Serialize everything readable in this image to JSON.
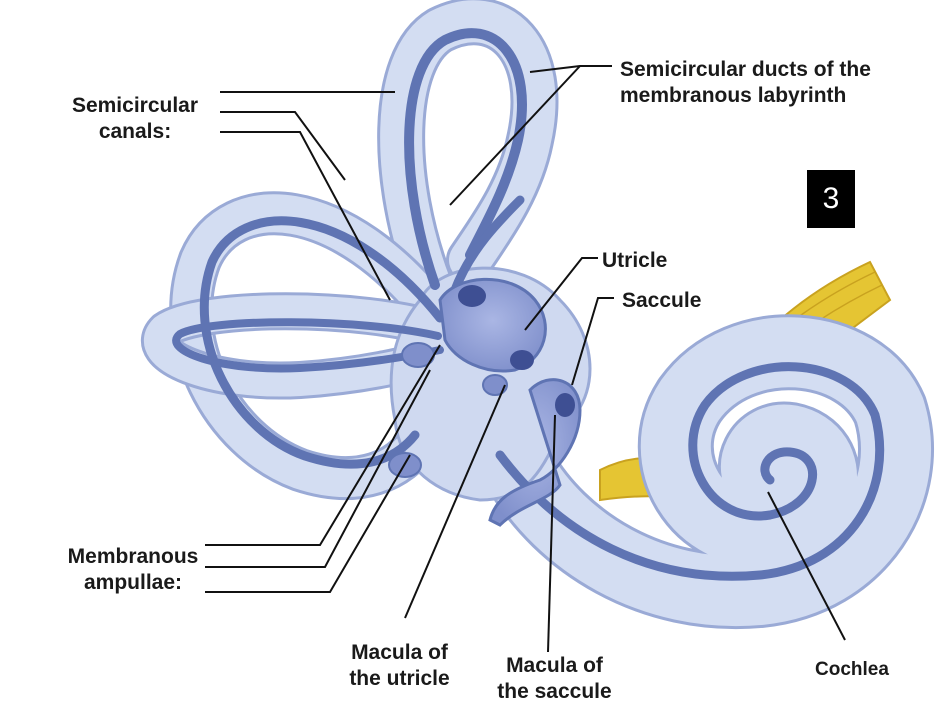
{
  "labels": {
    "semicircular_canals": [
      "Semicircular",
      "canals:"
    ],
    "semicircular_ducts": [
      "Semicircular ducts of the",
      "membranous labyrinth"
    ],
    "utricle": "Utricle",
    "saccule": "Saccule",
    "membranous_ampullae": [
      "Membranous",
      "ampullae:"
    ],
    "macula_utricle": [
      "Macula of",
      "the utricle"
    ],
    "macula_saccule": [
      "Macula of",
      "the saccule"
    ],
    "cochlea": "Cochlea"
  },
  "badge": "3",
  "colors": {
    "canal_fill": "#d3ddf2",
    "canal_edge": "#9aaad6",
    "duct": "#5f74b3",
    "nerve": "#e2c12c",
    "leader": "#111111"
  }
}
